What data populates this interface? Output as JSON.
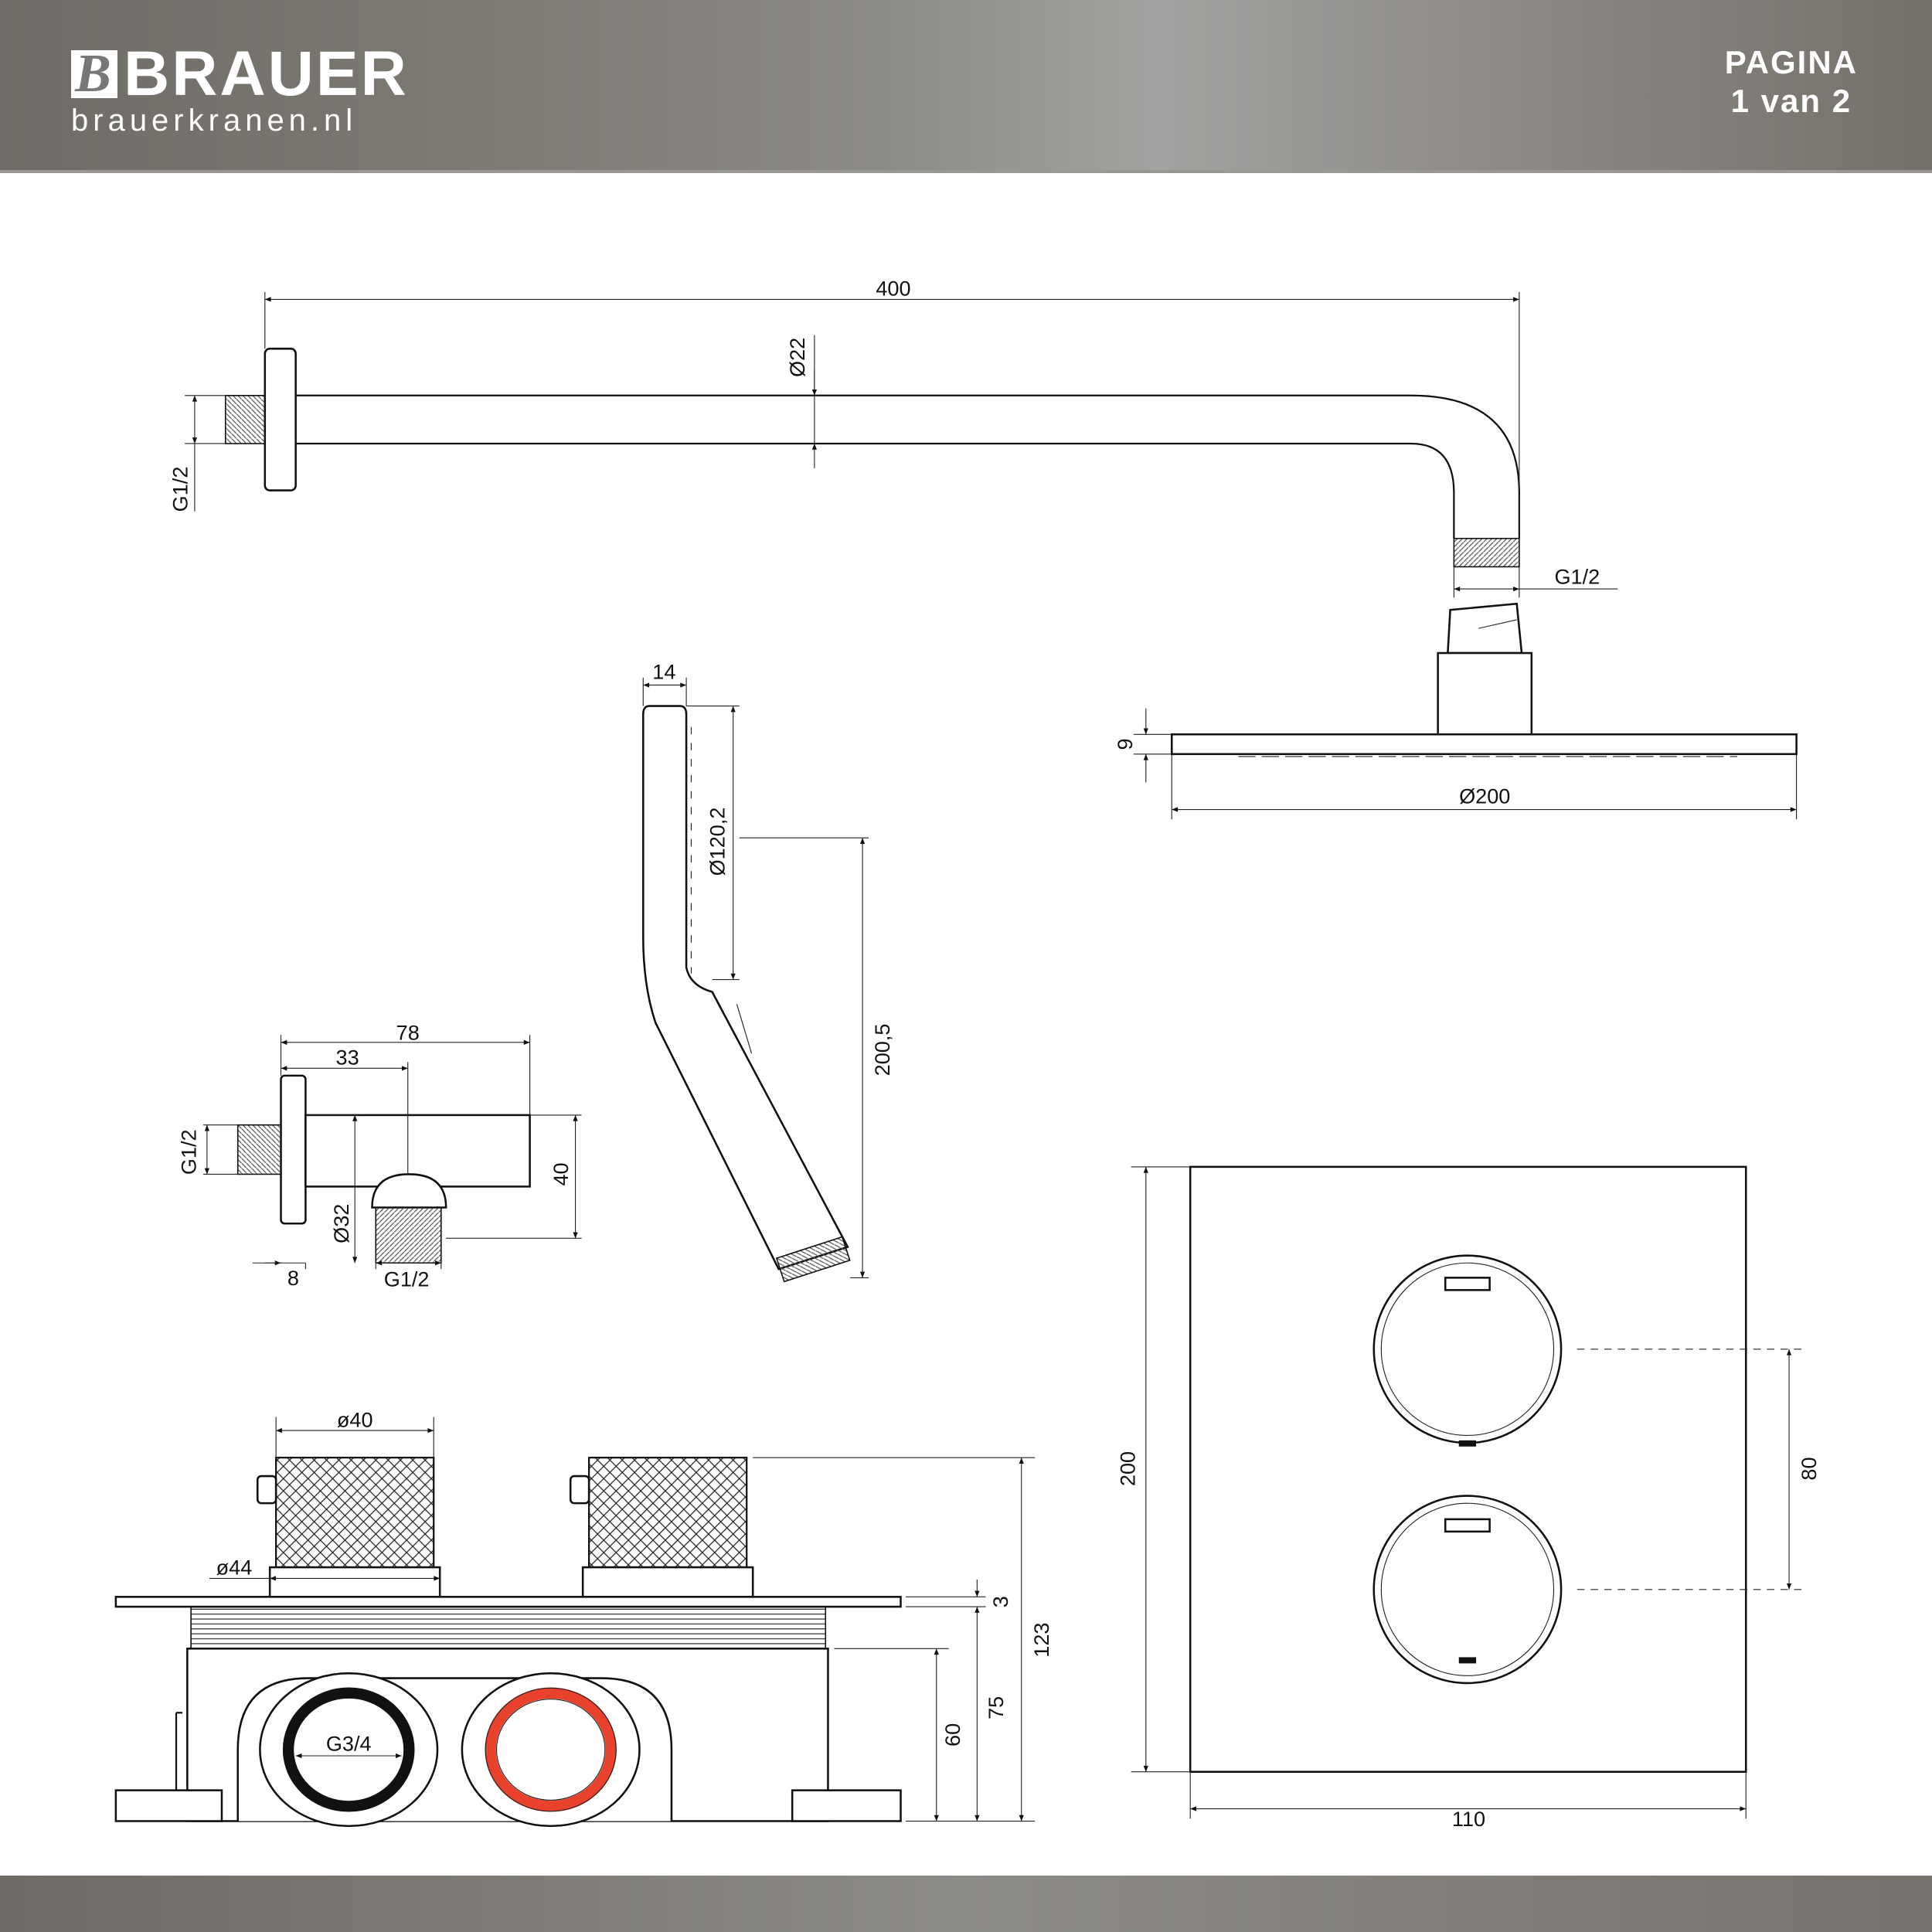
{
  "header": {
    "brand": "BRAUER",
    "logo_mark": "B",
    "website": "brauerkranen.nl",
    "page_label": "PAGINA",
    "page_count": "1 van 2"
  },
  "shower_arm": {
    "length": "400",
    "diameter": "Ø22",
    "wall_thread": "G1/2",
    "head_thread": "G1/2"
  },
  "head_shower": {
    "thickness": "9",
    "diameter": "Ø200"
  },
  "hand_shower": {
    "width": "14",
    "head_diameter": "Ø120,2",
    "length": "200,5"
  },
  "wall_outlet": {
    "length": "78",
    "outlet_offset": "33",
    "wall_thread": "G1/2",
    "height": "40",
    "flange_diameter": "Ø32",
    "flange_depth": "8",
    "outlet_thread": "G1/2"
  },
  "thermostat_side": {
    "knob_diameter": "ø40",
    "rosette_diameter": "ø44",
    "plate_thickness": "3",
    "depth_75": "75",
    "depth_60": "60",
    "total_depth": "123",
    "inlet_thread": "G3/4"
  },
  "thermostat_front": {
    "height": "200",
    "width": "110",
    "knob_spacing": "80"
  },
  "colors": {
    "hot_ring": "#e8412c",
    "cold_ring": "#111111"
  }
}
